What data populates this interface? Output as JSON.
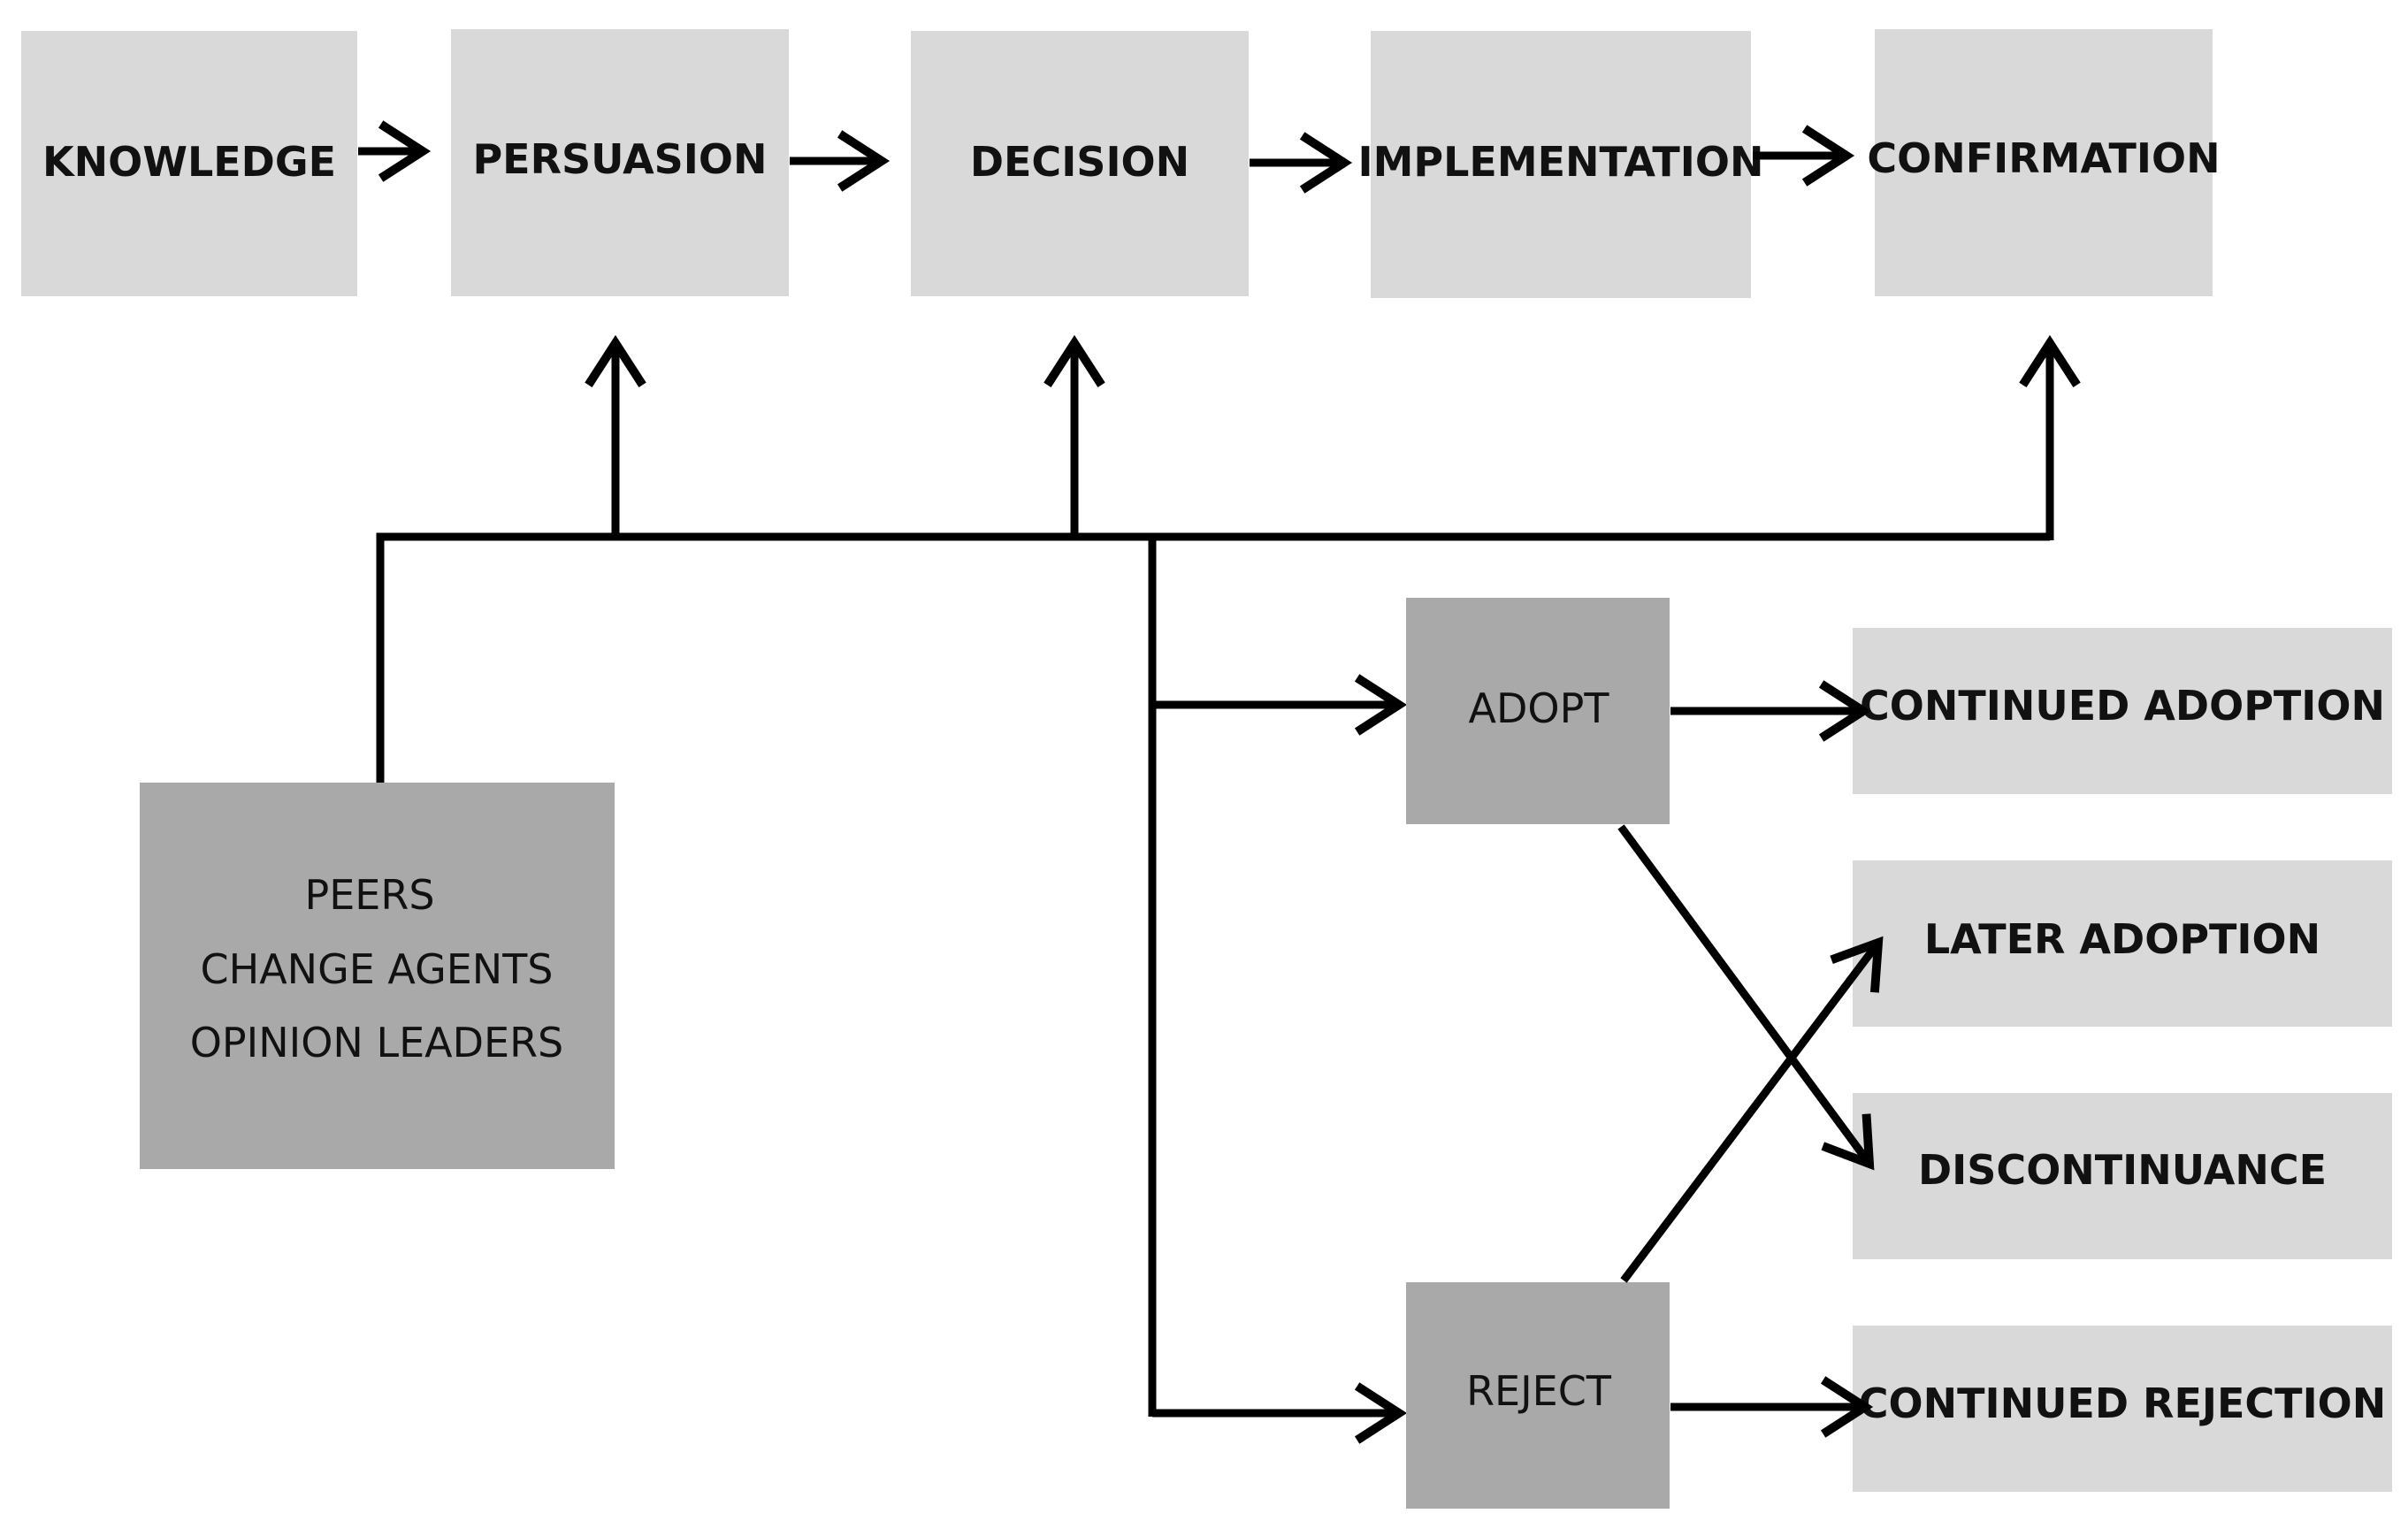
{
  "stages": [
    {
      "id": "knowledge",
      "label": "KNOWLEDGE"
    },
    {
      "id": "persuasion",
      "label": "PERSUASION"
    },
    {
      "id": "decision",
      "label": "DECISION"
    },
    {
      "id": "implementation",
      "label": "IMPLEMENTATION"
    },
    {
      "id": "confirmation",
      "label": "CONFIRMATION"
    }
  ],
  "influencers": {
    "lines": [
      "PEERS",
      "CHANGE AGENTS",
      "OPINION LEADERS"
    ]
  },
  "decisions": {
    "adopt": "ADOPT",
    "reject": "REJECT"
  },
  "outcomes": {
    "continued_adoption": "CONTINUED ADOPTION",
    "later_adoption": "LATER ADOPTION",
    "discontinuance": "DISCONTINUANCE",
    "continued_rejection": "CONTINUED REJECTION"
  },
  "colors": {
    "light_box": "#d9d9d9",
    "dark_box": "#a9a9a9",
    "line": "#000000",
    "text": "#111111"
  }
}
